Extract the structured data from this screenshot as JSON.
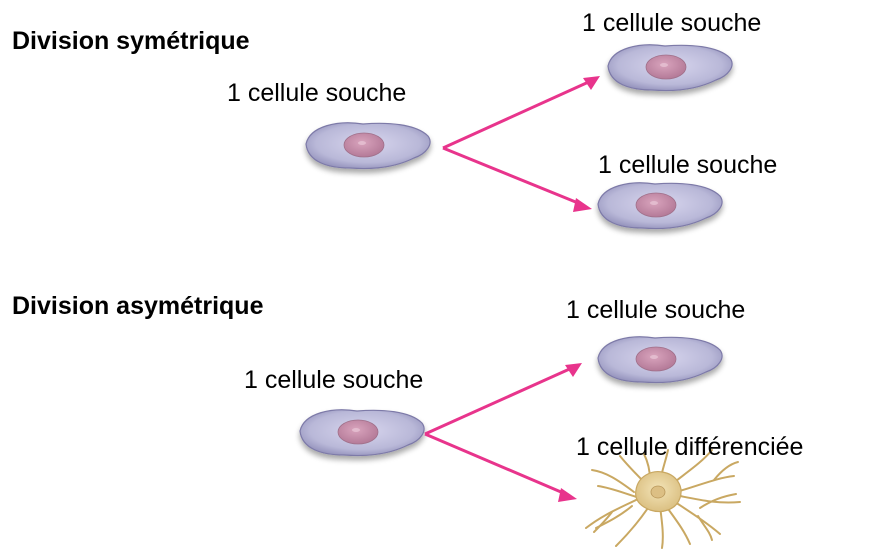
{
  "colors": {
    "arrow": "#e8348c",
    "stem_cell_body": "#b9b8d8",
    "stem_cell_nucleus": "#c48aa6",
    "differentiated_cell_body": "#e6cf96",
    "differentiated_cell_nucleus": "#d9b979"
  },
  "icons": {
    "stem_cell": "stem-cell-icon",
    "differentiated_cell": "differentiated-cell-icon",
    "arrow": "arrow-icon"
  },
  "symmetric": {
    "title": "Division symétrique",
    "parent_label": "1 cellule souche",
    "daughter_top_label": "1 cellule souche",
    "daughter_bottom_label": "1 cellule souche"
  },
  "asymmetric": {
    "title": "Division asymétrique",
    "parent_label": "1 cellule souche",
    "daughter_top_label": "1 cellule souche",
    "daughter_bottom_label": "1 cellule différenciée"
  }
}
